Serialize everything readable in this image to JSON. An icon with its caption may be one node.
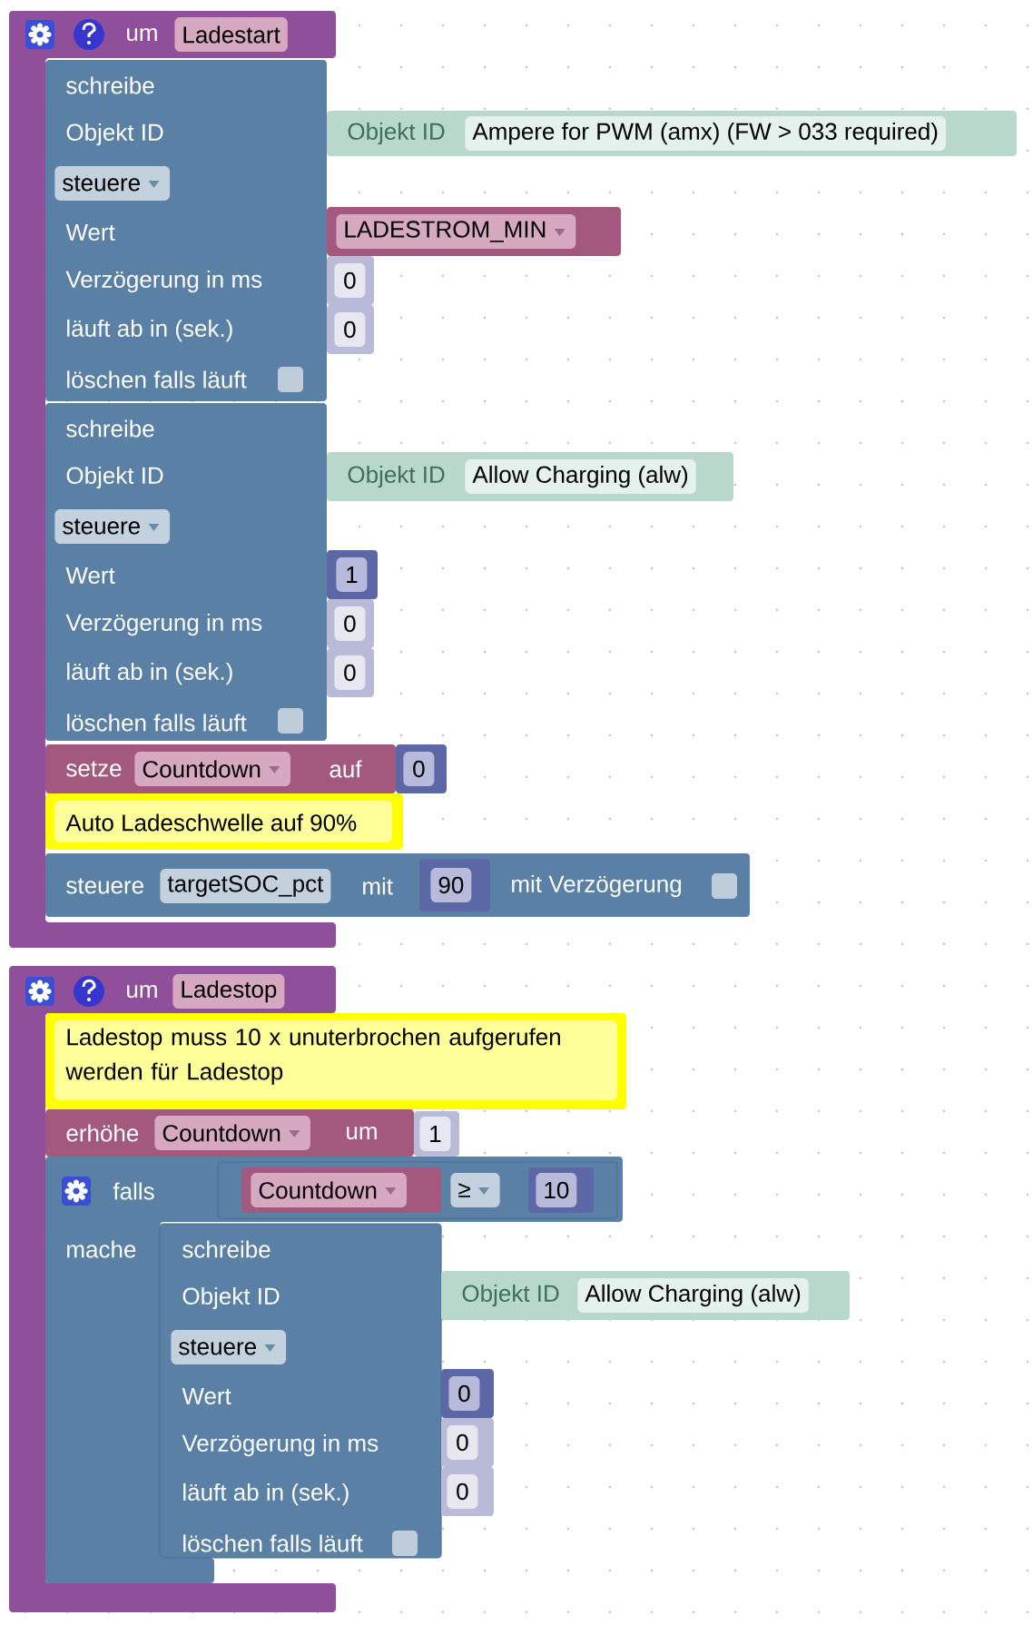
{
  "diagram": {
    "nodes": [
      {
        "text": [
          "um",
          "Ladestart"
        ]
      },
      {
        "text": [
          "schreibe",
          "Objekt ID",
          "steuere",
          "Wert",
          "Verzögerung in ms",
          "läuft ab in (sek.)",
          "löschen falls läuft"
        ],
        "in": 0
      },
      {
        "text": [
          "Objekt ID",
          "Ampere for PWM (amx) (FW > 033 required)"
        ]
      },
      {
        "text": [
          "LADESTROM_MIN"
        ]
      },
      {
        "text": [
          "0"
        ]
      },
      {
        "text": [
          "0"
        ]
      },
      {
        "text": [
          "schreibe",
          "Objekt ID",
          "steuere",
          "Wert",
          "Verzögerung in ms",
          "läuft ab in (sek.)",
          "löschen falls läuft"
        ],
        "in": 0
      },
      {
        "text": [
          "Objekt ID",
          "Allow Charging (alw)"
        ]
      },
      {
        "text": [
          "1"
        ]
      },
      {
        "text": [
          "0"
        ]
      },
      {
        "text": [
          "0"
        ]
      },
      {
        "text": [
          "setze",
          "Countdown",
          "auf"
        ]
      },
      {
        "text": [
          "0"
        ]
      },
      {
        "text": [
          "Auto Ladeschwelle auf 90%"
        ]
      },
      {
        "text": [
          "steuere",
          "targetSOC_pct",
          "mit",
          "mit Verzögerung"
        ]
      },
      {
        "text": [
          "90"
        ],
        "in": 14
      },
      {
        "text": [
          "um",
          "Ladestop"
        ]
      },
      {
        "text": [
          "Ladestop muss 10 x unuterbrochen aufgerufen werden für Ladestop"
        ]
      },
      {
        "text": [
          "erhöhe",
          "Countdown",
          "um"
        ]
      },
      {
        "text": [
          "1"
        ]
      },
      {
        "text": [
          "falls",
          "mache"
        ]
      },
      {
        "text": [
          "≥"
        ],
        "in": 20
      },
      {
        "text": [
          "Countdown"
        ],
        "in": 21
      },
      {
        "text": [
          "10"
        ],
        "in": 21
      },
      {
        "text": [
          "schreibe",
          "Objekt ID",
          "steuere",
          "Wert",
          "Verzögerung in ms",
          "läuft ab in (sek.)",
          "löschen falls läuft"
        ],
        "in": 20
      },
      {
        "text": [
          "Objekt ID",
          "Allow Charging (alw)"
        ]
      },
      {
        "text": [
          "0"
        ]
      },
      {
        "text": [
          "0"
        ]
      },
      {
        "text": [
          "0"
        ]
      }
    ]
  }
}
